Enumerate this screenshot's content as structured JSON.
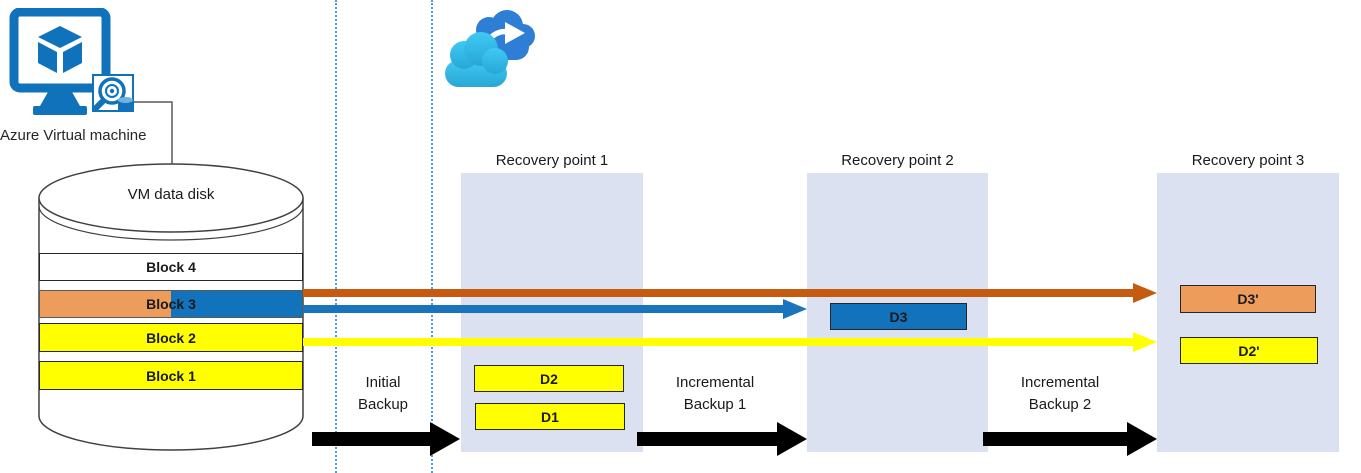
{
  "vm": {
    "label": "Azure Virtual machine",
    "disk_title": "VM data disk",
    "blocks": [
      {
        "label": "Block 4"
      },
      {
        "label": "Block 3"
      },
      {
        "label": "Block 2"
      },
      {
        "label": "Block 1"
      }
    ]
  },
  "recovery_points": [
    {
      "title": "Recovery point 1",
      "blocks": [
        {
          "label": "D2"
        },
        {
          "label": "D1"
        }
      ]
    },
    {
      "title": "Recovery point 2",
      "blocks": [
        {
          "label": "D3"
        }
      ]
    },
    {
      "title": "Recovery point 3",
      "blocks": [
        {
          "label": "D3'"
        },
        {
          "label": "D2'"
        }
      ]
    }
  ],
  "backup_steps": [
    {
      "line1": "Initial",
      "line2": "Backup"
    },
    {
      "line1": "Incremental",
      "line2": "Backup 1"
    },
    {
      "line1": "Incremental",
      "line2": "Backup 2"
    }
  ],
  "icons": {
    "vm": "azure-virtual-machine-icon",
    "cloud": "azure-backup-cloud-icon",
    "disk": "vm-data-disk-cylinder-icon"
  },
  "colors": {
    "azure_blue": "#1072BA",
    "block_orange": "#ED9C5C",
    "block_blue": "#1272BB",
    "block_yellow": "#FFFF00",
    "arrow_orange": "#C55A11",
    "arrow_blue": "#1A74BC",
    "arrow_yellow": "#FFFF00",
    "arrow_black": "#000000",
    "recovery_box_fill": "#DBE1F1",
    "dotted_line": "#4A9FE0"
  }
}
